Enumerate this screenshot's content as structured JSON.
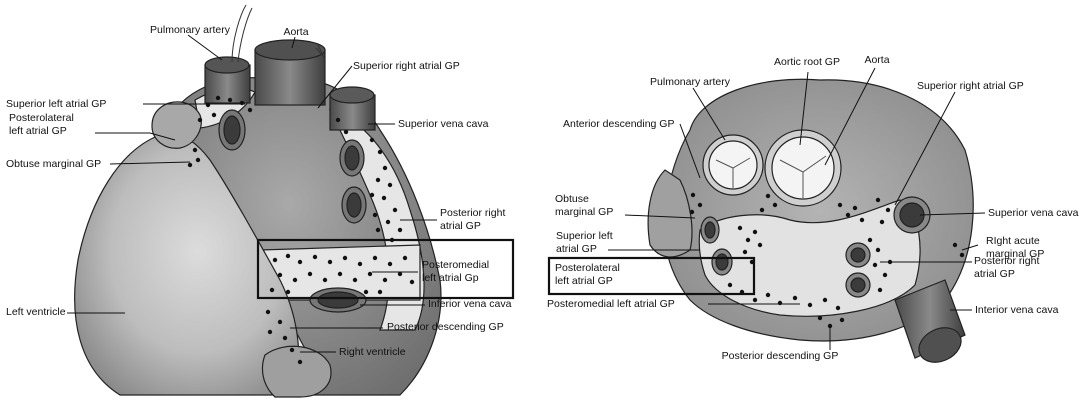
{
  "left_panel": {
    "labels": {
      "pulmonary_artery": "Pulmonary artery",
      "aorta": "Aorta",
      "superior_right_atrial_gp": "Superior right atrial GP",
      "superior_left_atrial_gp": "Superior left atrial GP",
      "posterolateral_left_atrial_gp": "Posterolateral\nleft atrial GP",
      "superior_vena_cava": "Superior vena cava",
      "obtuse_marginal_gp": "Obtuse marginal GP",
      "posterior_right_atrial_gp": "Posterior right\natrial GP",
      "posteromedial_left_atrial_gp": "Posteromedial\nleft atrial Gp",
      "inferior_vena_cava": "Inferior vena cava",
      "left_ventricle": "Left ventricle",
      "posterior_descending_gp": "Posterior descending GP",
      "right_ventricle": "Right ventricle"
    }
  },
  "right_panel": {
    "labels": {
      "aortic_root_gp": "Aortic root GP",
      "aorta": "Aorta",
      "pulmonary_artery": "Pulmonary artery",
      "superior_right_atrial_gp": "Superior right atrial GP",
      "anterior_descending_gp": "Anterior descending GP",
      "superior_vena_cava": "Superior vena cava",
      "obtuse_marginal_gp": "Obtuse\nmarginal GP",
      "right_acute_marginal_gp": "RIght acute\nmarginal GP",
      "superior_left_atrial_gp": "Superior left\natrial GP",
      "posterolateral_left_atrial_gp": "Posterolateral\nleft atrial GP",
      "posterior_right_atrial_gp": "Posterior right\natrial GP",
      "posteromedial_left_atrial_gp": "Posteromedial left atrial GP",
      "interior_vena_cava": "Interior vena cava",
      "posterior_descending_gp": "Posterior descending GP"
    }
  }
}
